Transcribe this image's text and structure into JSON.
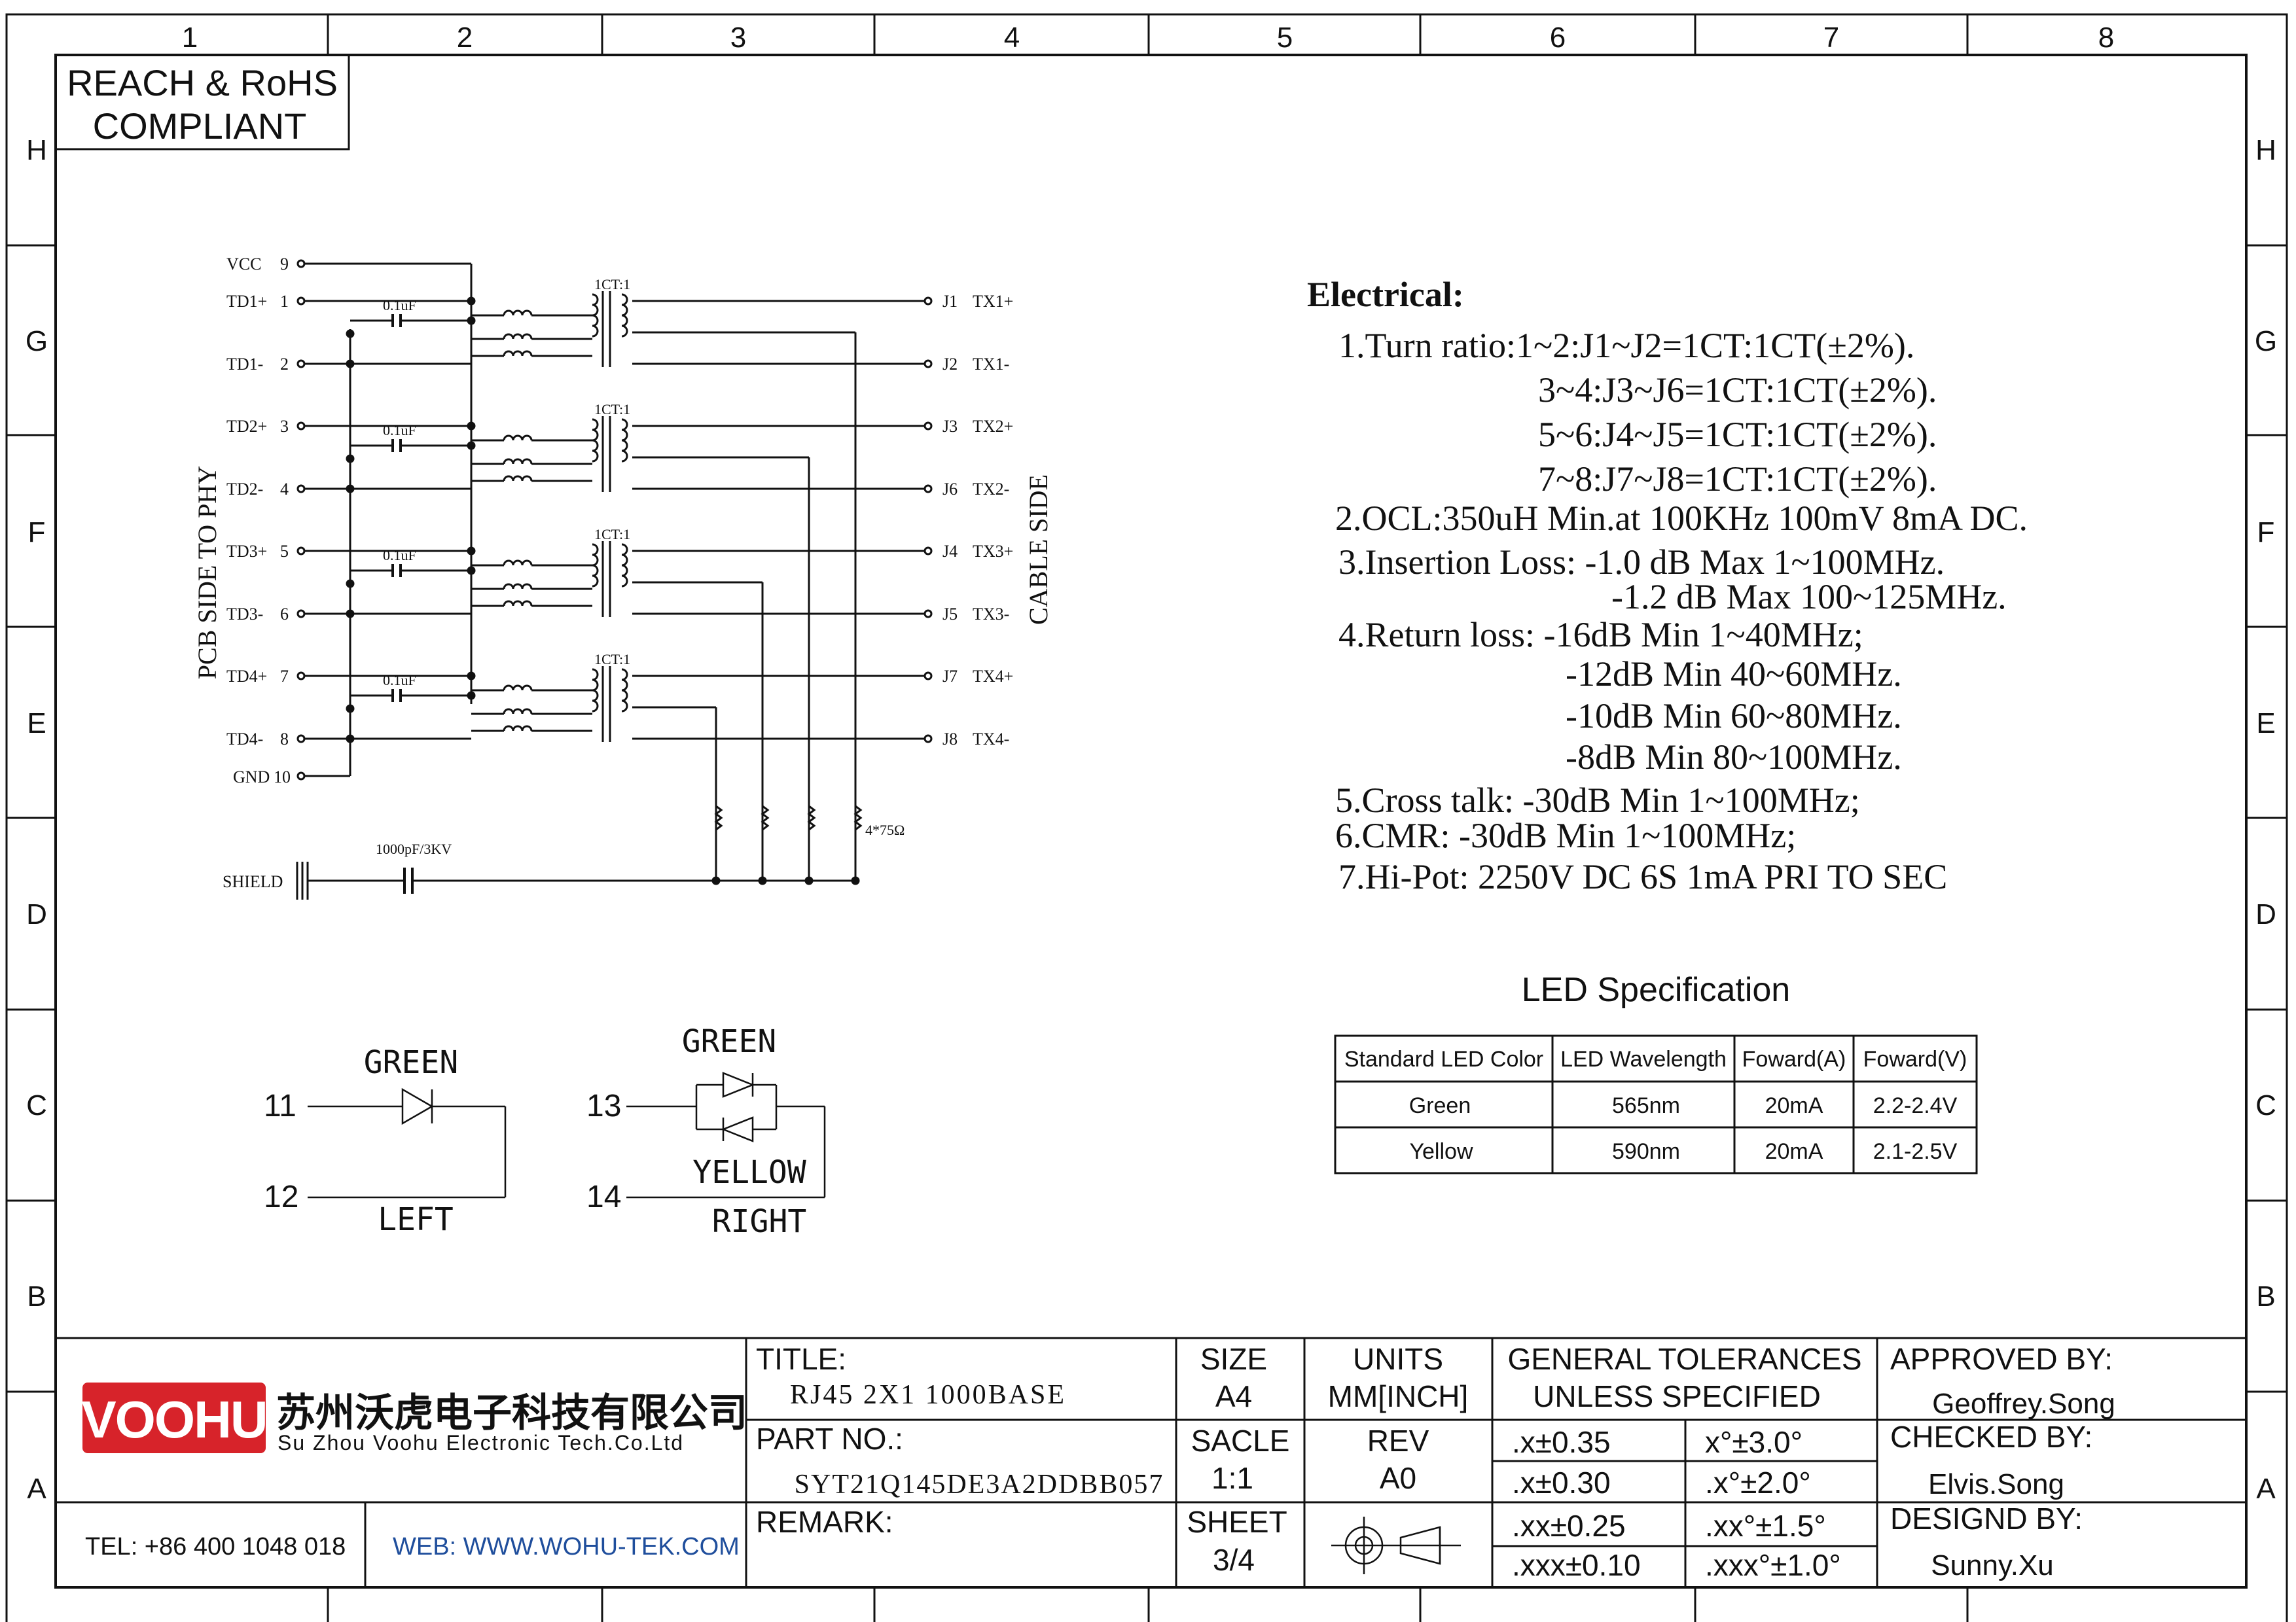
{
  "zone_columns": [
    "1",
    "2",
    "3",
    "4",
    "5",
    "6",
    "7",
    "8"
  ],
  "zone_rows": [
    "H",
    "G",
    "F",
    "E",
    "D",
    "C",
    "B",
    "A"
  ],
  "compliance": {
    "line1": "REACH & RoHS",
    "line2": "COMPLIANT"
  },
  "schematic": {
    "left_side_label": "PCB SIDE TO PHY",
    "right_side_label": "CABLE SIDE",
    "vcc_label": "VCC",
    "vcc_pin": "9",
    "gnd_label": "GND",
    "gnd_pin": "10",
    "channels": [
      {
        "td_plus": "TD1+",
        "pin_plus": "1",
        "td_minus": "TD1-",
        "pin_minus": "2",
        "cap": "0.1uF",
        "ratio": "1CT:1",
        "j_plus": "J1",
        "tx_plus": "TX1+",
        "j_minus": "J2",
        "tx_minus": "TX1-"
      },
      {
        "td_plus": "TD2+",
        "pin_plus": "3",
        "td_minus": "TD2-",
        "pin_minus": "4",
        "cap": "0.1uF",
        "ratio": "1CT:1",
        "j_plus": "J3",
        "tx_plus": "TX2+",
        "j_minus": "J6",
        "tx_minus": "TX2-"
      },
      {
        "td_plus": "TD3+",
        "pin_plus": "5",
        "td_minus": "TD3-",
        "pin_minus": "6",
        "cap": "0.1uF",
        "ratio": "1CT:1",
        "j_plus": "J4",
        "tx_plus": "TX3+",
        "j_minus": "J5",
        "tx_minus": "TX3-"
      },
      {
        "td_plus": "TD4+",
        "pin_plus": "7",
        "td_minus": "TD4-",
        "pin_minus": "8",
        "cap": "0.1uF",
        "ratio": "1CT:1",
        "j_plus": "J7",
        "tx_plus": "TX4+",
        "j_minus": "J8",
        "tx_minus": "TX4-"
      }
    ],
    "resistor_label": "4*75Ω",
    "shield_label": "SHIELD",
    "shield_cap": "1000pF/3KV"
  },
  "leds": {
    "left": {
      "pin_a": "11",
      "pin_b": "12",
      "color": "GREEN",
      "position": "LEFT"
    },
    "right": {
      "pin_a": "13",
      "pin_b": "14",
      "color_a": "GREEN",
      "color_b": "YELLOW",
      "position": "RIGHT"
    }
  },
  "electrical": {
    "heading": "Electrical:",
    "lines": [
      "1.Turn ratio:1~2:J1~J2=1CT:1CT(±2%).",
      "3~4:J3~J6=1CT:1CT(±2%).",
      "5~6:J4~J5=1CT:1CT(±2%).",
      "7~8:J7~J8=1CT:1CT(±2%).",
      "2.OCL:350uH Min.at 100KHz 100mV 8mA DC.",
      "3.Insertion Loss: -1.0 dB Max 1~100MHz.",
      "-1.2 dB Max 100~125MHz.",
      "4.Return loss: -16dB Min 1~40MHz;",
      "-12dB Min 40~60MHz.",
      "-10dB Min 60~80MHz.",
      "-8dB Min 80~100MHz.",
      "5.Cross talk: -30dB Min 1~100MHz;",
      "6.CMR: -30dB Min 1~100MHz;",
      "7.Hi-Pot: 2250V DC 6S 1mA PRI TO SEC"
    ]
  },
  "led_spec": {
    "title": "LED Specification",
    "headers": [
      "Standard LED Color",
      "LED Wavelength",
      "Foward(A)",
      "Foward(V)"
    ],
    "rows": [
      [
        "Green",
        "565nm",
        "20mA",
        "2.2-2.4V"
      ],
      [
        "Yellow",
        "590nm",
        "20mA",
        "2.1-2.5V"
      ]
    ]
  },
  "title_block": {
    "logo_text": "VOOHU",
    "company_cn": "苏州沃虎电子科技有限公司",
    "company_en": "Su Zhou Voohu Electronic Tech.Co.Ltd",
    "tel": "TEL: +86 400 1048 018",
    "web": "WEB: WWW.WOHU-TEK.COM",
    "title_label": "TITLE:",
    "title_value": "RJ45 2X1 1000BASE",
    "part_label": "PART NO.:",
    "part_value": "SYT21Q145DE3A2DDBB057",
    "remark_label": "REMARK:",
    "size_label": "SIZE",
    "size_value": "A4",
    "scale_label": "SACLE",
    "scale_value": "1:1",
    "sheet_label": "SHEET",
    "sheet_value": "3/4",
    "units_label": "UNITS",
    "units_value": "MM[INCH]",
    "rev_label": "REV",
    "rev_value": "A0",
    "tol_line1": "GENERAL TOLERANCES",
    "tol_line2": "UNLESS SPECIFIED",
    "tol_rows": [
      [
        ".x±0.35",
        "x°±3.0°"
      ],
      [
        ".x±0.30",
        ".x°±2.0°"
      ],
      [
        ".xx±0.25",
        ".xx°±1.5°"
      ],
      [
        ".xxx±0.10",
        ".xxx°±1.0°"
      ]
    ],
    "approved_label": "APPROVED BY:",
    "approved_value": "Geoffrey.Song",
    "checked_label": "CHECKED BY:",
    "checked_value": "Elvis.Song",
    "designed_label": "DESIGND BY:",
    "designed_value": "Sunny.Xu"
  },
  "colors": {
    "line": "#111111",
    "brand_red": "#d7232a",
    "link_blue": "#1f4e9c"
  }
}
